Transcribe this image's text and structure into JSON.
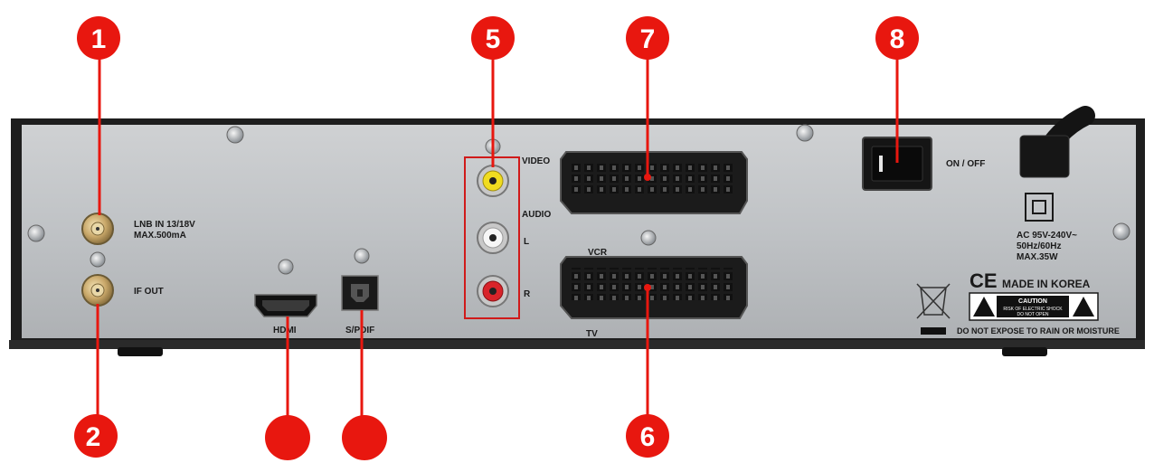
{
  "port_labels": {
    "lnb_in_line1": "LNB IN 13/18V",
    "lnb_in_line2": "MAX.500mA",
    "if_out": "IF OUT",
    "hdmi": "HDMI",
    "spdif": "S/PDIF",
    "video": "VIDEO",
    "audio": "AUDIO",
    "audio_l": "L",
    "audio_r": "R",
    "vcr": "VCR",
    "tv": "TV",
    "power": "ON / OFF"
  },
  "rating": {
    "line1": "AC 95V-240V~",
    "line2": "50Hz/60Hz",
    "line3": "MAX.35W"
  },
  "compliance": {
    "ce": "CE",
    "made_in": "MADE IN KOREA",
    "caution_title": "CAUTION",
    "caution_line1": "RISK OF ELECTRIC SHOCK",
    "caution_line2": "DO NOT OPEN",
    "warning": "DO NOT EXPOSE TO RAIN OR MOISTURE"
  },
  "callouts": {
    "c1": "1",
    "c2": "2",
    "c5": "5",
    "c6": "6",
    "c7": "7",
    "c8": "8"
  },
  "colors": {
    "callout_red": "#e8170f",
    "panel_grey": "#b9bcbf",
    "frame_dark": "#222222",
    "box_red": "#d01a1a"
  }
}
